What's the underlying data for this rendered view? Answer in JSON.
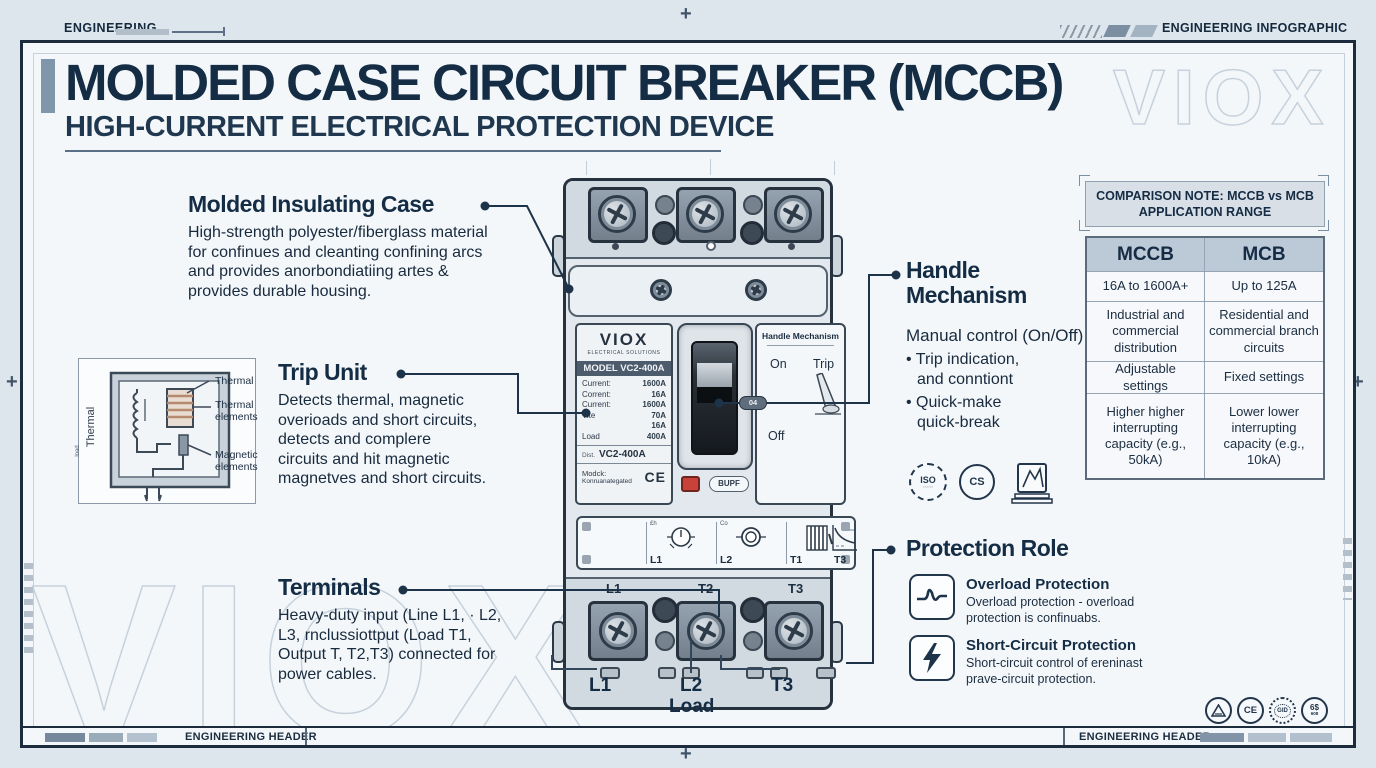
{
  "header": {
    "left_label": "ENGINEERING",
    "right_label": "ENGINEERING INFOGRAPHIC"
  },
  "title": {
    "main": "MOLDED CASE CIRCUIT BREAKER (MCCB)",
    "subtitle": "HIGH-CURRENT ELECTRICAL PROTECTION DEVICE"
  },
  "watermark": {
    "text": "VIOX"
  },
  "sections": {
    "molded_case": {
      "heading": "Molded Insulating Case",
      "body": "High-strength polyester/fiberglass material\nfor confinues and cleanting confining arcs\nand provides anorbondiatiing artes &\nprovides durable housing."
    },
    "trip_unit": {
      "heading": "Trip Unit",
      "body": "Detects thermal, magnetic\noverioads and short circuits,\ndetects and complere\ncircuits and hit magnetic\nmagnetves and short circuits."
    },
    "terminals": {
      "heading": "Terminals",
      "body": "Heavy-duty input (Line L1, · L2,\nL3, rnclussiottput (Load T1,\nOutput T, T2,T3) connected for\npower cables."
    },
    "handle_mechanism": {
      "heading": "Handle Mechanism",
      "line1": "Manual control (On/Off)",
      "bullet1": "• Trip indication,\nand conntiont",
      "bullet2": "• Quick-make\nquick-break"
    },
    "protection_role": {
      "heading": "Protection Role",
      "items": [
        {
          "title": "Overload Protection",
          "body": "Overload protection - overload\nprotection is confinuabs."
        },
        {
          "title": "Short-Circuit Protection",
          "body": "Short-circuit control of ereninast\nprave-circuit protection."
        }
      ]
    }
  },
  "trip_diagram": {
    "side_label": "Thermal",
    "side_label2": "load",
    "labels": [
      "Thermal",
      "Thermal\nelements",
      "Magnetic\nelements"
    ]
  },
  "breaker": {
    "label": {
      "brand": "VIOX",
      "brand_sub": "ELECTRICAL SOLUTIONS",
      "model_banner": "MODEL VC2-400A",
      "specs": [
        {
          "k": "Current:",
          "v": "1600A"
        },
        {
          "k": "Corrent:",
          "v": "16A"
        },
        {
          "k": "Current:",
          "v": "1600A"
        },
        {
          "k": "Tlte",
          "v": "70A"
        },
        {
          "k": "",
          "v": "16A"
        },
        {
          "k": "Load",
          "v": "400A"
        }
      ],
      "dist_label": "Dist.",
      "dist_value": "VC2-400A",
      "footer_line1": "Modck:",
      "footer_line2": "Konruanategated",
      "ce_mark": "CE"
    },
    "handle_panel": {
      "title": "Handle Mechanism",
      "on": "On",
      "trip": "Trip",
      "off": "Off",
      "badge": "04"
    },
    "reset_button": "BUPF",
    "icon_strip_marks": [
      "£h",
      "Co"
    ],
    "icon_strip_labels": [
      "L1",
      "L2",
      "T1",
      "T3"
    ],
    "terminal_labels": [
      "L1",
      "T2",
      "T3"
    ]
  },
  "bottom_labels": {
    "l1": "L1",
    "l2": "L2",
    "load": "Load",
    "t3": "T3"
  },
  "comparison": {
    "note": "COMPARISON NOTE: MCCB vs MCB APPLICATION RANGE",
    "columns": [
      "MCCB",
      "MCB"
    ],
    "rows": [
      [
        "16A to 1600A+",
        "Up to 125A"
      ],
      [
        "Industrial and commercial distribution",
        "Residential and commercial branch circuits"
      ],
      [
        "Adjustable settings",
        "Fixed settings"
      ],
      [
        "Higher higher interrupting capacity (e.g., 50kA)",
        "Lower lower interrupting capacity (e.g., 10kA)"
      ]
    ]
  },
  "certifications": {
    "iso": "ISO",
    "csa": "CS",
    "bottom_ce": "CE",
    "bottom_dotted": "GID",
    "bottom_last": "6$",
    "bottom_last_sub": "608"
  },
  "footer": {
    "left_label": "ENGINEERING HEADER",
    "right_label": "ENGINEERING HEADER"
  }
}
